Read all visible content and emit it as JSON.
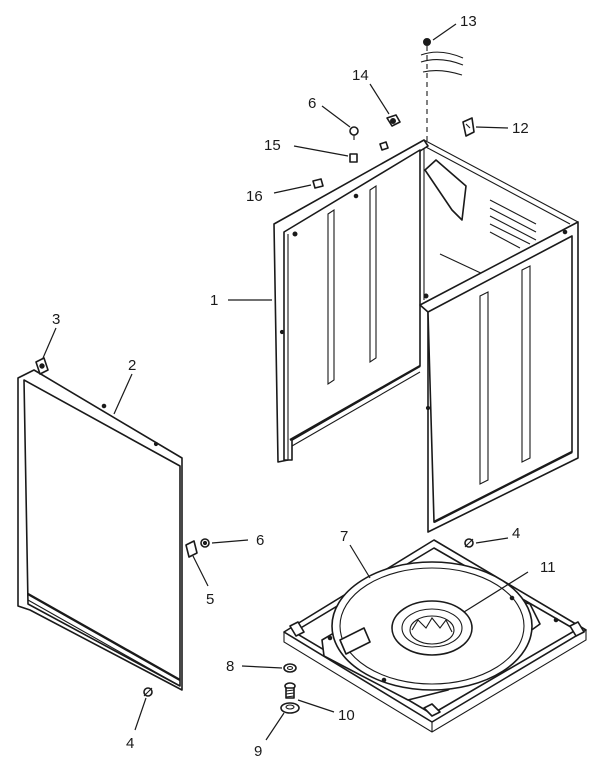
{
  "callouts": [
    {
      "id": "c13",
      "text": "13"
    },
    {
      "id": "c14",
      "text": "14"
    },
    {
      "id": "c12",
      "text": "12"
    },
    {
      "id": "c6a",
      "text": "6"
    },
    {
      "id": "c15",
      "text": "15"
    },
    {
      "id": "c16",
      "text": "16"
    },
    {
      "id": "c1",
      "text": "1"
    },
    {
      "id": "c3",
      "text": "3"
    },
    {
      "id": "c2",
      "text": "2"
    },
    {
      "id": "c6b",
      "text": "6"
    },
    {
      "id": "c5",
      "text": "5"
    },
    {
      "id": "c4a",
      "text": "4"
    },
    {
      "id": "c7",
      "text": "7"
    },
    {
      "id": "c11",
      "text": "11"
    },
    {
      "id": "c8",
      "text": "8"
    },
    {
      "id": "c10",
      "text": "10"
    },
    {
      "id": "c9",
      "text": "9"
    },
    {
      "id": "c4b",
      "text": "4"
    }
  ]
}
